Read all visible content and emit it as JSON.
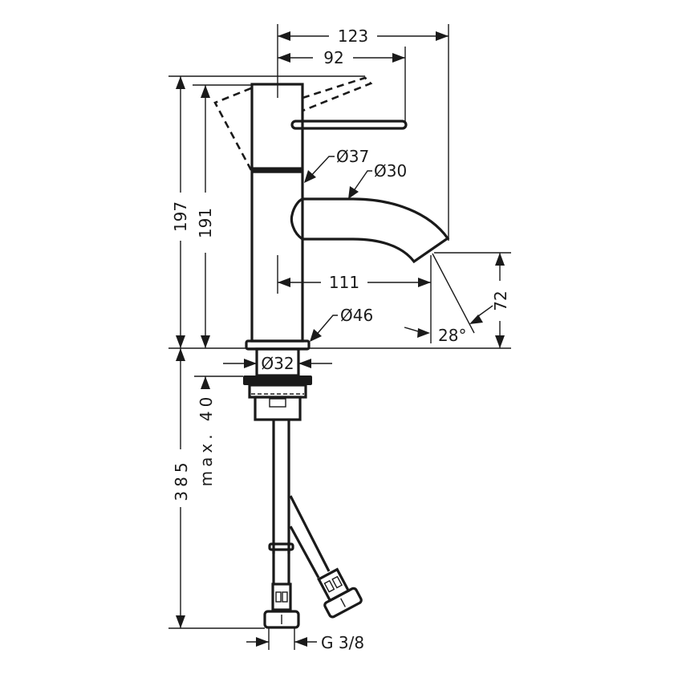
{
  "diagram": {
    "type": "technical-drawing",
    "subject": "single-lever basin faucet dimensional drawing",
    "dimensions": {
      "overall_reach": "123",
      "lever_reach": "92",
      "diameter_lever_body": "Ø37",
      "diameter_spout": "Ø30",
      "spout_reach": "111",
      "diameter_base": "Ø46",
      "spout_height": "72",
      "spout_angle": "28°",
      "total_height": "197",
      "body_height": "191",
      "shank_diameter": "Ø32",
      "max_deck_thickness": "max. 40",
      "hose_length": "385",
      "connection_thread": "G 3/8"
    },
    "colors": {
      "line": "#1a1a1a",
      "background": "#ffffff"
    }
  }
}
